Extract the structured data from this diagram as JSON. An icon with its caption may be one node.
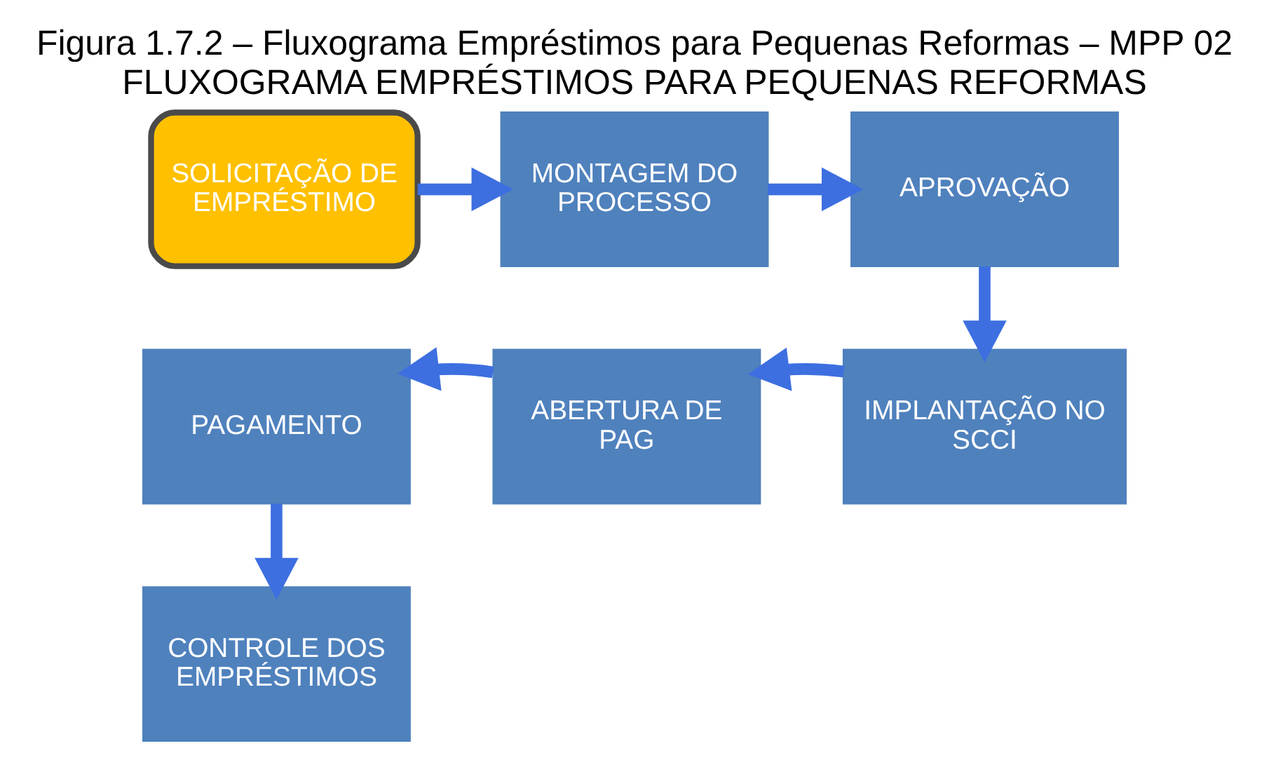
{
  "diagram": {
    "caption": "Figura 1.7.2 – Fluxograma Empréstimos para Pequenas Reformas – MPP 02",
    "title": "FLUXOGRAMA EMPRÉSTIMOS PARA PEQUENAS REFORMAS",
    "nodes": [
      {
        "text": [
          "SOLICITAÇÃO DE EMPRÉSTIMO"
        ]
      },
      {
        "text": [
          "MONTAGEM DO PROCESSO"
        ]
      },
      {
        "text": [
          "APROVAÇÃO"
        ]
      },
      {
        "text": [
          "IMPLANTAÇÃO NO SCCI"
        ]
      },
      {
        "text": [
          "ABERTURA DE PAG"
        ]
      },
      {
        "text": [
          "PAGAMENTO"
        ]
      },
      {
        "text": [
          "CONTROLE DOS EMPRÉSTIMOS"
        ]
      }
    ],
    "edges": [
      {
        "from": 0,
        "to": 1,
        "arrow": "to"
      },
      {
        "from": 1,
        "to": 2,
        "arrow": "to"
      },
      {
        "from": 2,
        "to": 3,
        "arrow": "to"
      },
      {
        "from": 3,
        "to": 4,
        "arrow": "to"
      },
      {
        "from": 4,
        "to": 5,
        "arrow": "to"
      },
      {
        "from": 5,
        "to": 6,
        "arrow": "to"
      }
    ]
  }
}
